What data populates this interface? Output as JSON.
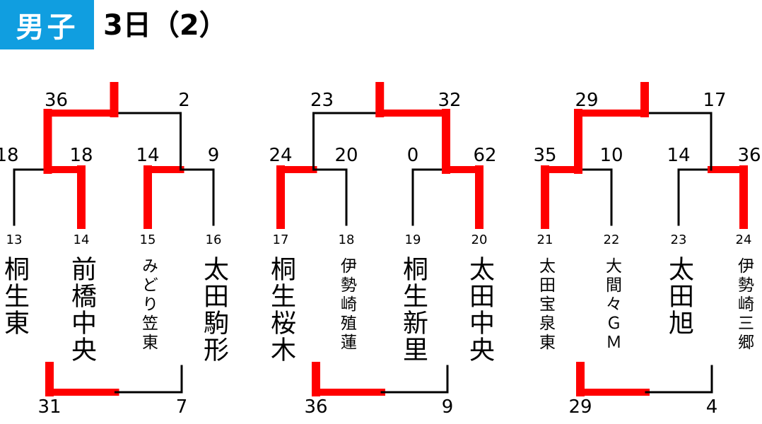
{
  "header": {
    "badge": "男子",
    "title": "3日（2）"
  },
  "colors": {
    "badge": "#109ee0",
    "win": "#ff0000",
    "line": "#000000"
  },
  "teams": [
    {
      "seed": "13",
      "name": "桐生東",
      "size": "big"
    },
    {
      "seed": "14",
      "name": "前橋中央",
      "size": "big"
    },
    {
      "seed": "15",
      "name": "みどり笠東",
      "size": "small"
    },
    {
      "seed": "16",
      "name": "太田駒形",
      "size": "big"
    },
    {
      "seed": "17",
      "name": "桐生桜木",
      "size": "big"
    },
    {
      "seed": "18",
      "name": "伊勢崎殖蓮",
      "size": "small"
    },
    {
      "seed": "19",
      "name": "桐生新里",
      "size": "big"
    },
    {
      "seed": "20",
      "name": "太田中央",
      "size": "big"
    },
    {
      "seed": "21",
      "name": "太田宝泉東",
      "size": "small"
    },
    {
      "seed": "22",
      "name": "大間々ＧＭ",
      "size": "small"
    },
    {
      "seed": "23",
      "name": "太田旭",
      "size": "big"
    },
    {
      "seed": "24",
      "name": "伊勢崎三郷",
      "size": "small"
    }
  ],
  "round1": [
    {
      "left": "18",
      "right": "18",
      "winner": "right"
    },
    {
      "left": "14",
      "right": "9",
      "winner": "left"
    },
    {
      "left": "24",
      "right": "20",
      "winner": "left"
    },
    {
      "left": "0",
      "right": "62",
      "winner": "right"
    },
    {
      "left": "35",
      "right": "10",
      "winner": "left"
    },
    {
      "left": "14",
      "right": "36",
      "winner": "right"
    }
  ],
  "round2": [
    {
      "left": "36",
      "right": "2",
      "winner": "left"
    },
    {
      "left": "23",
      "right": "32",
      "winner": "right"
    },
    {
      "left": "29",
      "right": "17",
      "winner": "left"
    }
  ],
  "bottom": [
    {
      "left": "31",
      "right": "7",
      "winner": "left"
    },
    {
      "left": "36",
      "right": "9",
      "winner": "left"
    },
    {
      "left": "29",
      "right": "4",
      "winner": "left"
    }
  ]
}
